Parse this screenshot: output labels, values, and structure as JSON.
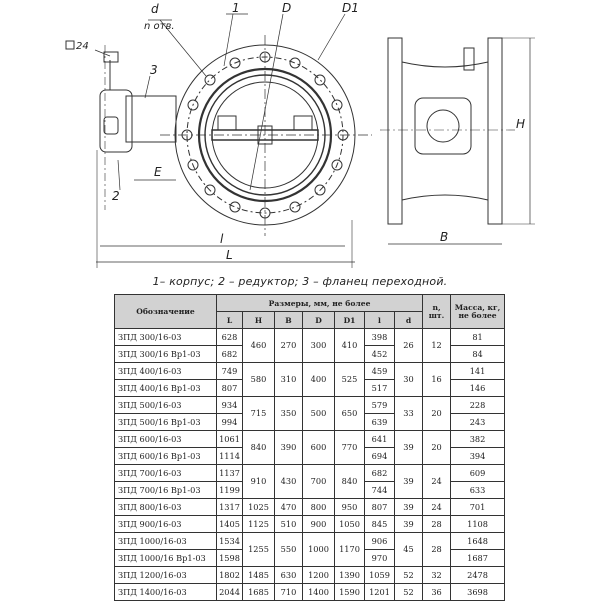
{
  "drawing": {
    "labels": {
      "d_hole": "d",
      "d_hole_sub": "n отв.",
      "one": "1",
      "D": "D",
      "D1": "D1",
      "square": "24",
      "three": "3",
      "E": "E",
      "two": "2",
      "l": "l",
      "L": "L",
      "H": "H",
      "B": "B"
    }
  },
  "caption": "1– корпус; 2 – редуктор; 3 – фланец переходной.",
  "table": {
    "headers": {
      "designation": "Обозначение",
      "dimensions": "Размеры, мм, не более",
      "n": "n, шт.",
      "mass": "Масса, кг, не более"
    },
    "subheaders": [
      "L",
      "H",
      "B",
      "D",
      "D1",
      "l",
      "d"
    ],
    "rows": [
      {
        "name": "ЗПД 300/16-03",
        "L": "628",
        "l": "398",
        "mass": "81"
      },
      {
        "name": "ЗПД 300/16 Вр1-03",
        "L": "682",
        "l": "452",
        "mass": "84"
      },
      {
        "name": "ЗПД 400/16-03",
        "L": "749",
        "l": "459",
        "mass": "141"
      },
      {
        "name": "ЗПД 400/16 Вр1-03",
        "L": "807",
        "l": "517",
        "mass": "146"
      },
      {
        "name": "ЗПД 500/16-03",
        "L": "934",
        "l": "579",
        "mass": "228"
      },
      {
        "name": "ЗПД 500/16 Вр1-03",
        "L": "994",
        "l": "639",
        "mass": "243"
      },
      {
        "name": "ЗПД 600/16-03",
        "L": "1061",
        "l": "641",
        "mass": "382"
      },
      {
        "name": "ЗПД 600/16 Вр1-03",
        "L": "1114",
        "l": "694",
        "mass": "394"
      },
      {
        "name": "ЗПД 700/16-03",
        "L": "1137",
        "l": "682",
        "mass": "609"
      },
      {
        "name": "ЗПД 700/16 Вр1-03",
        "L": "1199",
        "l": "744",
        "mass": "633"
      },
      {
        "name": "ЗПД 800/16-03",
        "L": "1317",
        "H": "1025",
        "B": "470",
        "D": "800",
        "D1": "950",
        "l": "807",
        "d": "39",
        "n": "24",
        "mass": "701"
      },
      {
        "name": "ЗПД 900/16-03",
        "L": "1405",
        "H": "1125",
        "B": "510",
        "D": "900",
        "D1": "1050",
        "l": "845",
        "d": "39",
        "n": "28",
        "mass": "1108"
      },
      {
        "name": "ЗПД 1000/16-03",
        "L": "1534",
        "l": "906",
        "mass": "1648"
      },
      {
        "name": "ЗПД 1000/16 Вр1-03",
        "L": "1598",
        "l": "970",
        "mass": "1687"
      },
      {
        "name": "ЗПД 1200/16-03",
        "L": "1802",
        "H": "1485",
        "B": "630",
        "D": "1200",
        "D1": "1390",
        "l": "1059",
        "d": "52",
        "n": "32",
        "mass": "2478"
      },
      {
        "name": "ЗПД 1400/16-03",
        "L": "2044",
        "H": "1685",
        "B": "710",
        "D": "1400",
        "D1": "1590",
        "l": "1201",
        "d": "52",
        "n": "36",
        "mass": "3698"
      }
    ],
    "groups": [
      {
        "H": "460",
        "B": "270",
        "D": "300",
        "D1": "410",
        "d": "26",
        "n": "12"
      },
      {
        "H": "580",
        "B": "310",
        "D": "400",
        "D1": "525",
        "d": "30",
        "n": "16"
      },
      {
        "H": "715",
        "B": "350",
        "D": "500",
        "D1": "650",
        "d": "33",
        "n": "20"
      },
      {
        "H": "840",
        "B": "390",
        "D": "600",
        "D1": "770",
        "d": "39",
        "n": "20"
      },
      {
        "H": "910",
        "B": "430",
        "D": "700",
        "D1": "840",
        "d": "39",
        "n": "24"
      },
      {
        "H": "1255",
        "B": "550",
        "D": "1000",
        "D1": "1170",
        "d": "45",
        "n": "28"
      }
    ]
  }
}
